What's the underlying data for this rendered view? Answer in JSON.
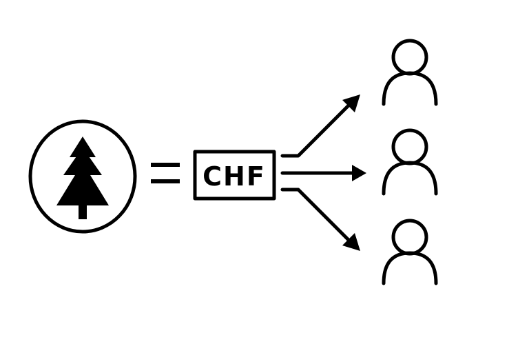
{
  "diagram": {
    "source_icon": "tree-in-circle-icon",
    "relation_icon": "equals-sign",
    "currency_box": {
      "label": "CHF"
    },
    "arrow_icon": "arrow-icon",
    "recipient_icon": "person-icon",
    "recipient_count": 3
  },
  "colors": {
    "stroke": "#000000",
    "background": "#ffffff"
  }
}
